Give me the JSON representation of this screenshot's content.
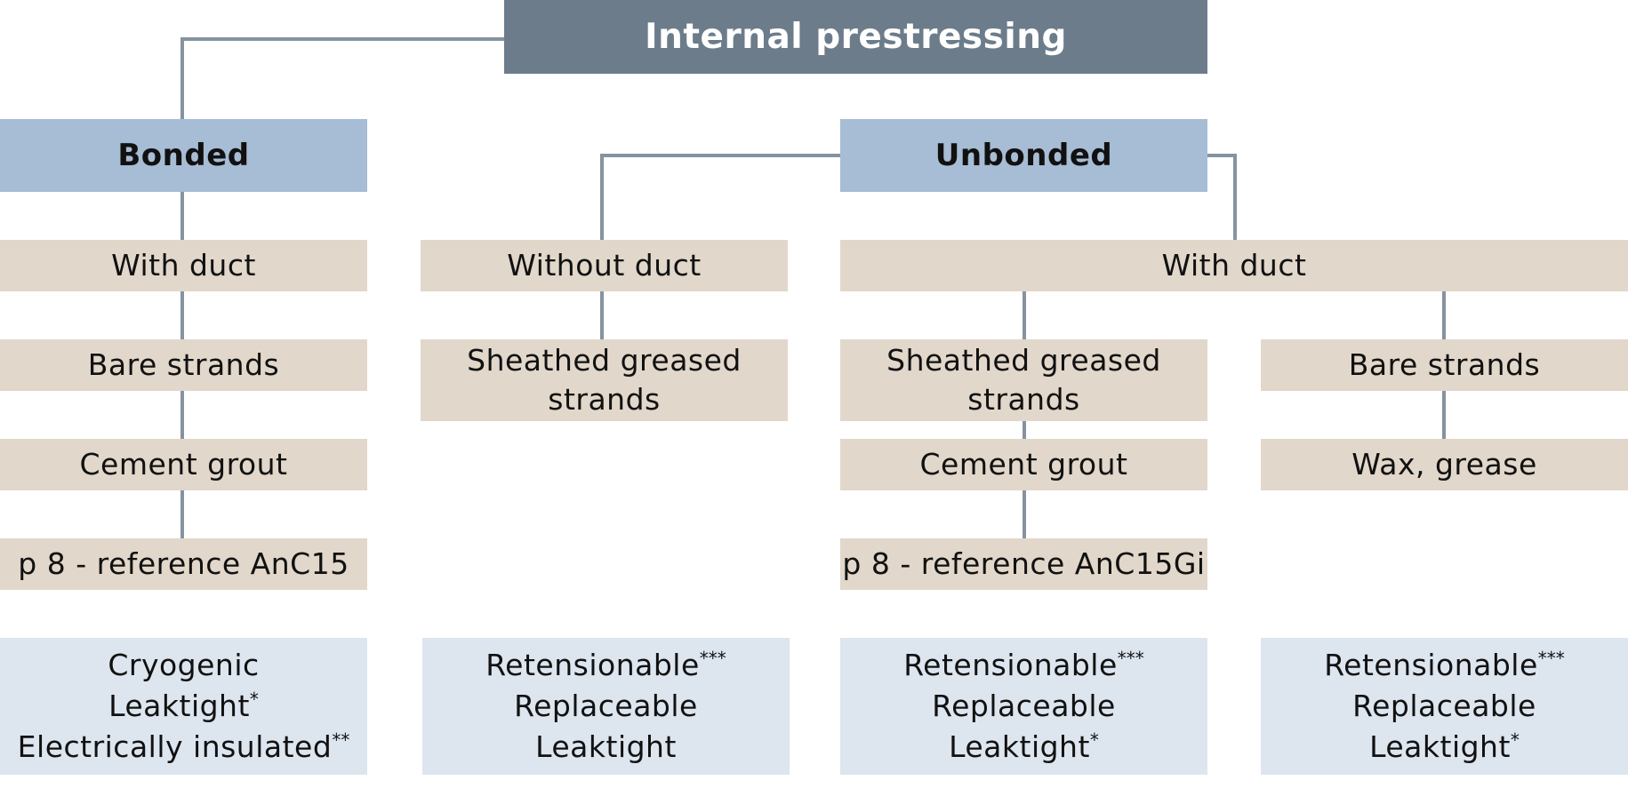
{
  "title": "Internal prestressing",
  "bonded": {
    "label": "Bonded",
    "duct": "With duct",
    "strands": "Bare strands",
    "filling": "Cement grout",
    "reference": "p 8 - reference AnC15",
    "properties": [
      {
        "text": "Cryogenic",
        "note": ""
      },
      {
        "text": "Leaktight",
        "note": "*"
      },
      {
        "text": "Electrically insulated",
        "note": "**"
      }
    ]
  },
  "unbonded": {
    "label": "Unbonded",
    "without_duct": {
      "label": "Without duct",
      "strands_line1": "Sheathed greased",
      "strands_line2": "strands",
      "properties": [
        {
          "text": "Retensionable",
          "note": "***"
        },
        {
          "text": "Replaceable",
          "note": ""
        },
        {
          "text": "Leaktight",
          "note": ""
        }
      ]
    },
    "with_duct": {
      "label": "With duct",
      "sheathed": {
        "strands_line1": "Sheathed greased",
        "strands_line2": "strands",
        "filling": "Cement grout",
        "reference": "p 8 - reference AnC15Gi",
        "properties": [
          {
            "text": "Retensionable",
            "note": "***"
          },
          {
            "text": "Replaceable",
            "note": ""
          },
          {
            "text": "Leaktight",
            "note": "*"
          }
        ]
      },
      "bare": {
        "strands": "Bare strands",
        "filling": "Wax, grease",
        "properties": [
          {
            "text": "Retensionable",
            "note": "***"
          },
          {
            "text": "Replaceable",
            "note": ""
          },
          {
            "text": "Leaktight",
            "note": "*"
          }
        ]
      }
    }
  },
  "colors": {
    "title_bg": "#6c7c8b",
    "category_bg": "#a7bcd5",
    "node_bg": "#e1d7ca",
    "properties_bg": "#dde5ef",
    "connector": "#8593a1"
  }
}
